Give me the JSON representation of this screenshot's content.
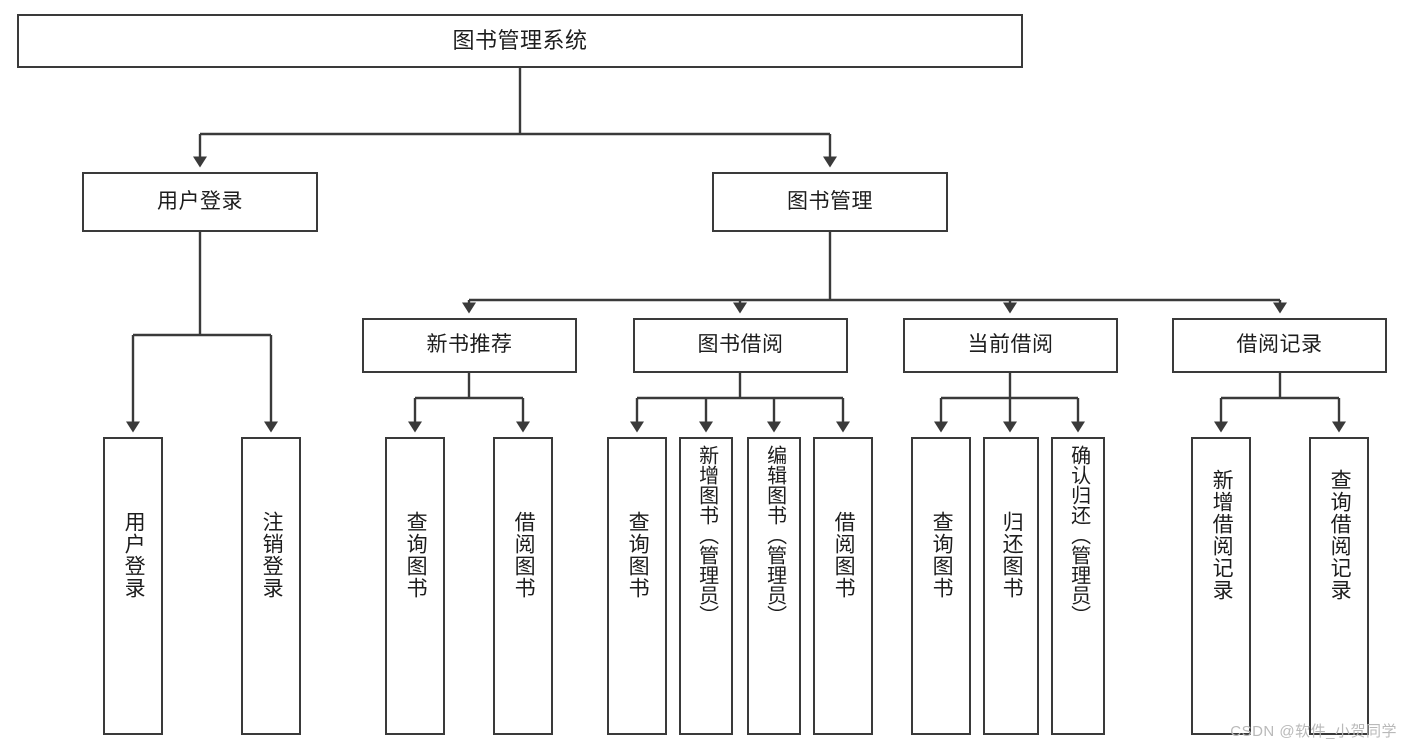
{
  "diagram": {
    "title": "图书管理系统",
    "type": "tree-hierarchy",
    "watermark": "CSDN @软件_小贺同学",
    "colors": {
      "node_border": "#3a3a3a",
      "node_fill": "#ffffff",
      "edge": "#3a3a3a",
      "text": "#1d1d1d",
      "watermark": "#b9b9b9",
      "background": "#ffffff"
    }
  },
  "nodes": {
    "root": {
      "label": "图书管理系统"
    },
    "level2": [
      {
        "id": "user-login",
        "label": "用户登录"
      },
      {
        "id": "book-manage",
        "label": "图书管理"
      }
    ],
    "level3": [
      {
        "id": "new-book-recommend",
        "label": "新书推荐"
      },
      {
        "id": "book-borrow",
        "label": "图书借阅"
      },
      {
        "id": "current-borrow",
        "label": "当前借阅"
      },
      {
        "id": "borrow-record",
        "label": "借阅记录"
      }
    ],
    "leaves": {
      "user_login": [
        {
          "id": "leaf-user-login",
          "label": "用户登录"
        },
        {
          "id": "leaf-logout-login",
          "label": "注销登录"
        }
      ],
      "new_book_recommend": [
        {
          "id": "leaf-query-book-1",
          "label": "查询图书"
        },
        {
          "id": "leaf-borrow-book-1",
          "label": "借阅图书"
        }
      ],
      "book_borrow": [
        {
          "id": "leaf-query-book-2",
          "label": "查询图书"
        },
        {
          "id": "leaf-add-book",
          "label": "新增图书（管理员）"
        },
        {
          "id": "leaf-edit-book",
          "label": "编辑图书（管理员）"
        },
        {
          "id": "leaf-borrow-book-2",
          "label": "借阅图书"
        }
      ],
      "current_borrow": [
        {
          "id": "leaf-query-book-3",
          "label": "查询图书"
        },
        {
          "id": "leaf-return-book",
          "label": "归还图书"
        },
        {
          "id": "leaf-confirm-return",
          "label": "确认归还（管理员）"
        }
      ],
      "borrow_record": [
        {
          "id": "leaf-add-record",
          "label": "新增借阅记录"
        },
        {
          "id": "leaf-query-record",
          "label": "查询借阅记录"
        }
      ]
    }
  }
}
